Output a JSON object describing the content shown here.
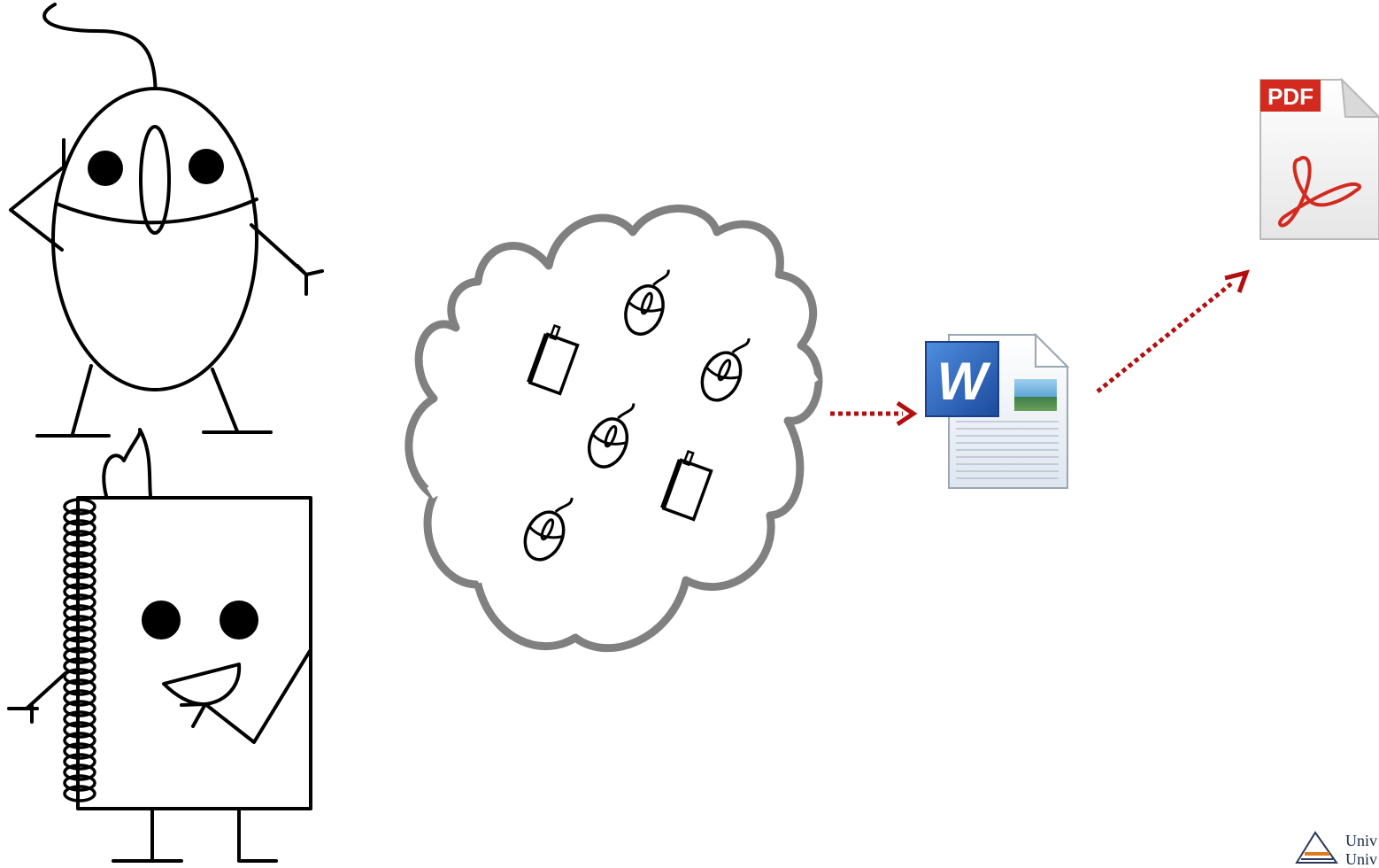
{
  "colors": {
    "line": "#000000",
    "cloud": "#808080",
    "arrow": "#b30f0f",
    "pdf_red": "#d32a20",
    "word_blue": "#2a5db5",
    "paper": "#f5f5f5"
  },
  "pdf_icon": {
    "label": "PDF"
  },
  "word_icon": {
    "letter": "W"
  },
  "logo": {
    "line1": "Univ",
    "line2": "Univ"
  }
}
